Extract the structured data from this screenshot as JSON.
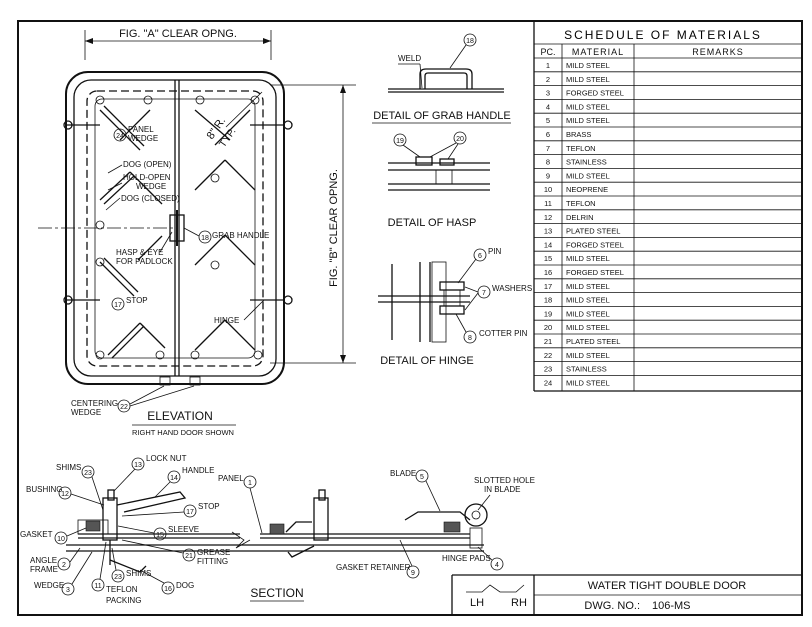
{
  "schedule": {
    "title": "SCHEDULE OF MATERIALS",
    "headers": {
      "pc": "PC.",
      "material": "MATERIAL",
      "remarks": "REMARKS"
    },
    "rows": [
      {
        "pc": "1",
        "material": "MILD STEEL"
      },
      {
        "pc": "2",
        "material": "MILD STEEL"
      },
      {
        "pc": "3",
        "material": "FORGED STEEL"
      },
      {
        "pc": "4",
        "material": "MILD STEEL"
      },
      {
        "pc": "5",
        "material": "MILD STEEL"
      },
      {
        "pc": "6",
        "material": "BRASS"
      },
      {
        "pc": "7",
        "material": "TEFLON"
      },
      {
        "pc": "8",
        "material": "STAINLESS"
      },
      {
        "pc": "9",
        "material": "MILD STEEL"
      },
      {
        "pc": "10",
        "material": "NEOPRENE"
      },
      {
        "pc": "11",
        "material": "TEFLON"
      },
      {
        "pc": "12",
        "material": "DELRIN"
      },
      {
        "pc": "13",
        "material": "PLATED STEEL"
      },
      {
        "pc": "14",
        "material": "FORGED STEEL"
      },
      {
        "pc": "15",
        "material": "MILD STEEL"
      },
      {
        "pc": "16",
        "material": "FORGED STEEL"
      },
      {
        "pc": "17",
        "material": "MILD STEEL"
      },
      {
        "pc": "18",
        "material": "MILD STEEL"
      },
      {
        "pc": "19",
        "material": "MILD STEEL"
      },
      {
        "pc": "20",
        "material": "MILD STEEL"
      },
      {
        "pc": "21",
        "material": "PLATED STEEL"
      },
      {
        "pc": "22",
        "material": "MILD STEEL"
      },
      {
        "pc": "23",
        "material": "STAINLESS"
      },
      {
        "pc": "24",
        "material": "MILD STEEL"
      }
    ]
  },
  "title_block": {
    "title": "WATER TIGHT DOUBLE DOOR",
    "dwg_label": "DWG. NO.:",
    "dwg_no": "106-MS",
    "lh": "LH",
    "rh": "RH"
  },
  "elevation": {
    "dim_a": "FIG. \"A\" CLEAR OPNG.",
    "dim_b": "FIG. \"B\" CLEAR OPNG.",
    "radius": "8\" R.",
    "typ": "TYP.",
    "title": "ELEVATION",
    "subtitle": "RIGHT HAND DOOR SHOWN",
    "labels": {
      "panel_wedge_1": "PANEL",
      "panel_wedge_2": "WEDGE",
      "dog_open": "DOG (OPEN)",
      "hold_open_1": "HOLD-OPEN",
      "hold_open_2": "WEDGE",
      "dog_closed": "DOG (CLOSED)",
      "grab_handle": "GRAB HANDLE",
      "hasp_1": "HASP & EYE",
      "hasp_2": "FOR PADLOCK",
      "stop": "STOP",
      "hinge": "HINGE",
      "centering_1": "CENTERING",
      "centering_2": "WEDGE"
    },
    "callouts": {
      "c24": "24",
      "c18": "18",
      "c17": "17",
      "c22": "22"
    }
  },
  "details": {
    "grab_handle": {
      "title": "DETAIL OF GRAB HANDLE",
      "weld": "WELD",
      "c18": "18"
    },
    "hasp": {
      "title": "DETAIL OF HASP",
      "c19": "19",
      "c20": "20"
    },
    "hinge": {
      "title": "DETAIL OF HINGE",
      "pin": "PIN",
      "washers": "WASHERS",
      "cotter": "COTTER PIN",
      "c6": "6",
      "c7": "7",
      "c8": "8"
    }
  },
  "section": {
    "title": "SECTION",
    "labels": {
      "shims_top": "SHIMS",
      "lock_nut": "LOCK NUT",
      "handle": "HANDLE",
      "panel": "PANEL",
      "bushing": "BUSHING",
      "stop": "STOP",
      "sleeve": "SLEEVE",
      "gasket": "GASKET",
      "angle_1": "ANGLE",
      "angle_2": "FRAME",
      "wedge": "WEDGE",
      "teflon_1": "TEFLON",
      "teflon_2": "PACKING",
      "shims_bot": "SHIMS",
      "dog": "DOG",
      "grease_1": "GREASE",
      "grease_2": "FITTING",
      "blade": "BLADE",
      "slotted_1": "SLOTTED HOLE",
      "slotted_2": "IN BLADE",
      "gasket_retainer": "GASKET RETAINER",
      "hinge_pads": "HINGE PADS"
    },
    "callouts": {
      "c23a": "23",
      "c13": "13",
      "c14": "14",
      "c1": "1",
      "c12": "12",
      "c17": "17",
      "c15": "15",
      "c10": "10",
      "c2": "2",
      "c3": "3",
      "c11": "11",
      "c23b": "23",
      "c16": "16",
      "c21": "21",
      "c5": "5",
      "c9": "9",
      "c4": "4"
    }
  }
}
